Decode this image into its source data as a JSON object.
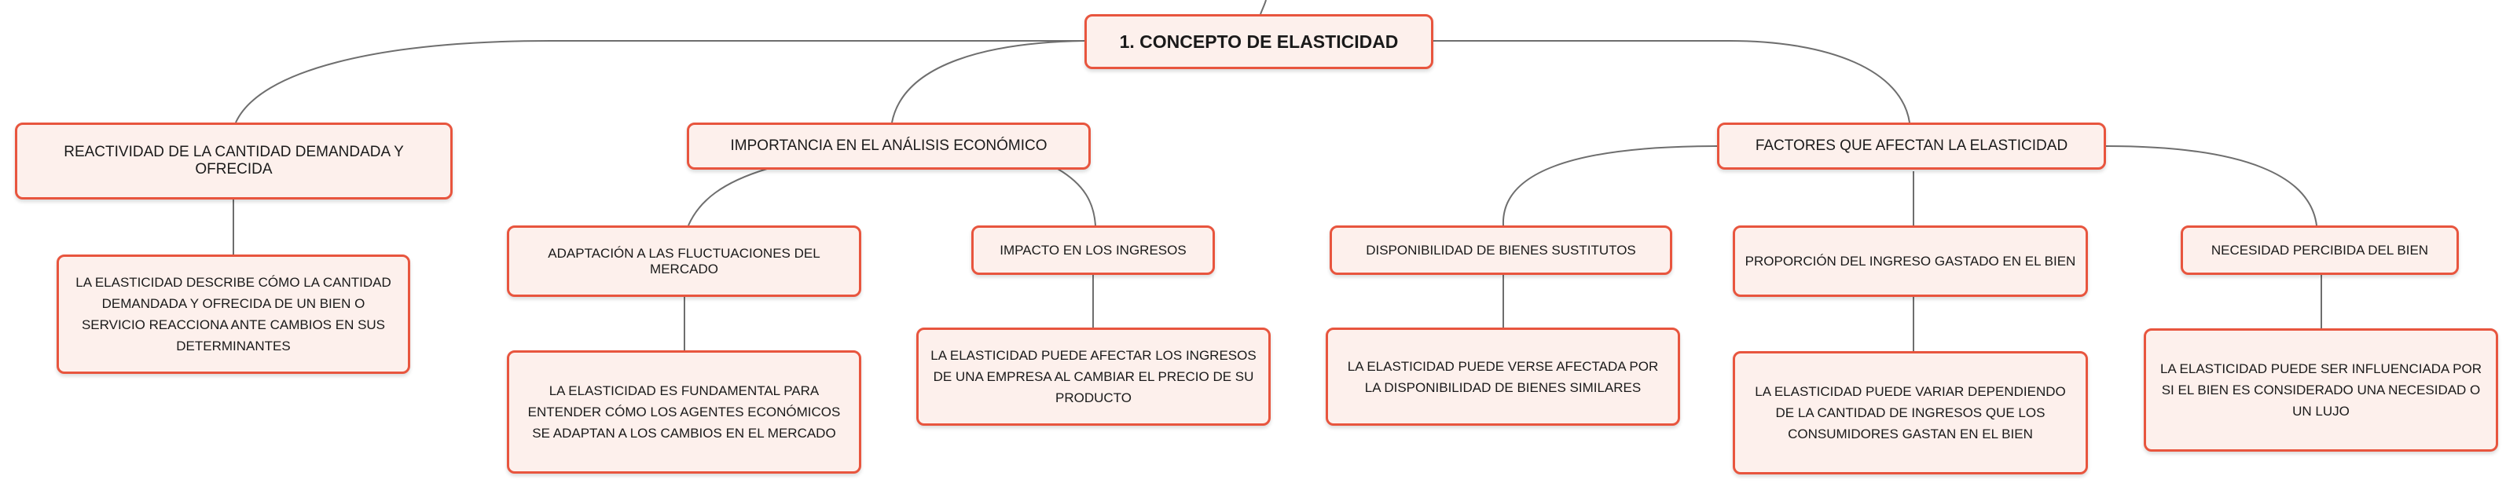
{
  "root": {
    "label": "1. CONCEPTO DE ELASTICIDAD"
  },
  "branches": [
    {
      "label": "REACTIVIDAD DE LA CANTIDAD DEMANDADA Y OFRECIDA",
      "children": [
        {
          "label": "LA ELASTICIDAD DESCRIBE CÓMO LA CANTIDAD DEMANDADA Y OFRECIDA DE UN BIEN O SERVICIO REACCIONA ANTE CAMBIOS EN SUS DETERMINANTES"
        }
      ]
    },
    {
      "label": "IMPORTANCIA EN EL ANÁLISIS ECONÓMICO",
      "children": [
        {
          "label": "ADAPTACIÓN A LAS FLUCTUACIONES DEL MERCADO",
          "detail": "LA ELASTICIDAD ES FUNDAMENTAL PARA ENTENDER CÓMO LOS AGENTES ECONÓMICOS SE ADAPTAN A LOS CAMBIOS EN EL MERCADO"
        },
        {
          "label": "IMPACTO EN LOS INGRESOS",
          "detail": "LA ELASTICIDAD PUEDE AFECTAR LOS INGRESOS DE UNA EMPRESA AL CAMBIAR EL PRECIO DE SU PRODUCTO"
        }
      ]
    },
    {
      "label": "FACTORES QUE AFECTAN LA ELASTICIDAD",
      "children": [
        {
          "label": "DISPONIBILIDAD DE BIENES SUSTITUTOS",
          "detail": "LA ELASTICIDAD PUEDE VERSE AFECTADA POR LA DISPONIBILIDAD DE BIENES SIMILARES"
        },
        {
          "label": "PROPORCIÓN DEL INGRESO GASTADO EN EL BIEN",
          "detail": "LA ELASTICIDAD PUEDE VARIAR DEPENDIENDO DE LA CANTIDAD DE INGRESOS QUE LOS CONSUMIDORES GASTAN EN EL BIEN"
        },
        {
          "label": "NECESIDAD PERCIBIDA DEL BIEN",
          "detail": "LA ELASTICIDAD PUEDE SER INFLUENCIADA POR SI EL BIEN ES CONSIDERADO UNA NECESIDAD O UN LUJO"
        }
      ]
    }
  ]
}
